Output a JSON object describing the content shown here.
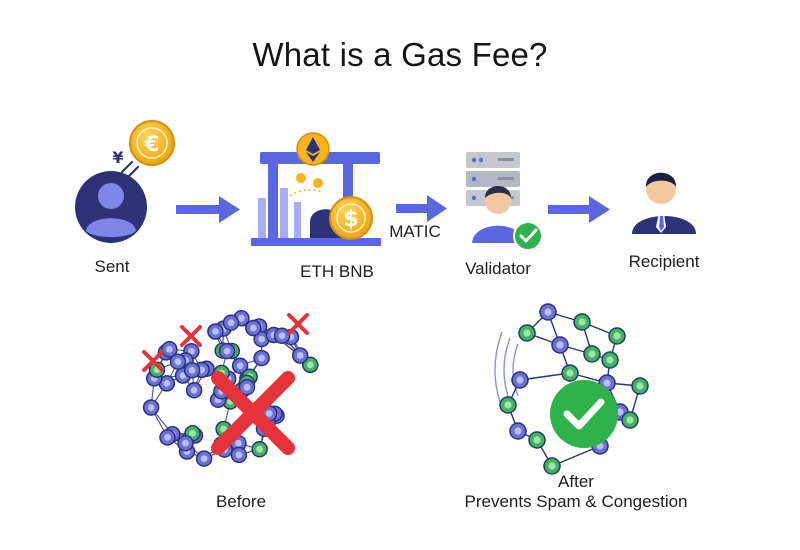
{
  "title": "What is a Gas Fee?",
  "flow": {
    "sender": {
      "label": "Sent",
      "coin_symbol": "€",
      "currency_symbol": "¥"
    },
    "exchange": {
      "label": "ETH BNB",
      "coin_symbol": "$",
      "top_icon": "ethereum-icon"
    },
    "token_label": "MATIC",
    "validator": {
      "label": "Validator"
    },
    "recipient": {
      "label": "Recipient"
    }
  },
  "comparison": {
    "before": {
      "label": "Before"
    },
    "after": {
      "label": "After",
      "caption": "Prevents Spam & Congestion"
    }
  },
  "colors": {
    "accent_blue": "#5b67e0",
    "navy": "#2d3278",
    "coin_gold": "#f4b41a",
    "node_green": "#3cb85a",
    "node_blue": "#6a72d8",
    "cross_red": "#e8323a",
    "check_green": "#2eb34c"
  }
}
